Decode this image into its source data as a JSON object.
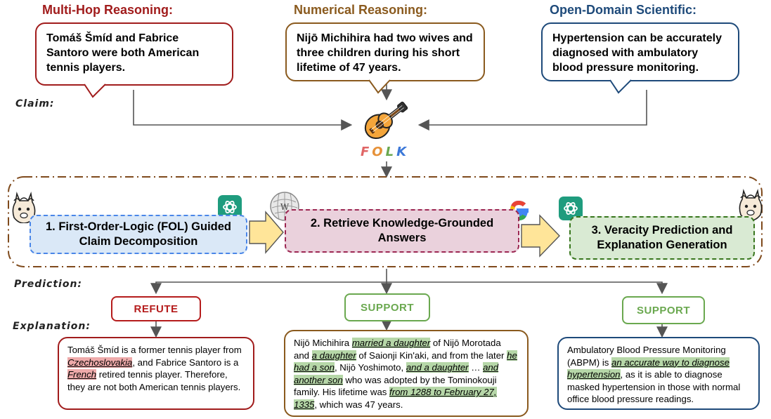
{
  "headings": {
    "multi_hop": "Multi-Hop Reasoning:",
    "numerical": "Numerical Reasoning:",
    "open_domain": "Open-Domain Scientific:"
  },
  "claims": {
    "multi_hop": "Tomáš Šmíd and Fabrice Santoro were both American tennis players.",
    "numerical": "Nijō Michihira had two wives and three children during his short lifetime of 47 years.",
    "open_domain": "Hypertension can be accurately diagnosed with ambulatory blood pressure monitoring."
  },
  "labels": {
    "claim": "Claim:",
    "prediction": "Prediction:",
    "explanation": "Explanation:"
  },
  "folk": [
    "F",
    "O",
    "L",
    "K"
  ],
  "steps": {
    "step1": "1. First-Order-Logic (FOL) Guided Claim Decomposition",
    "step2": "2. Retrieve Knowledge-Grounded Answers",
    "step3": "3. Veracity Prediction and Explanation Generation"
  },
  "verdicts": {
    "v1": "REFUTE",
    "v2": "SUPPORT",
    "v3": "SUPPORT"
  },
  "explanations": {
    "e1": [
      {
        "t": "Tomáš Šmíd is a former tennis player from ",
        "h": ""
      },
      {
        "t": "Czechoslovakia",
        "h": "r"
      },
      {
        "t": ", and Fabrice Santoro is a ",
        "h": ""
      },
      {
        "t": "French",
        "h": "r"
      },
      {
        "t": " retired tennis player. Therefore, they are not both American tennis players.",
        "h": ""
      }
    ],
    "e2": [
      {
        "t": "Nijō Michihira ",
        "h": ""
      },
      {
        "t": "married a daughter",
        "h": "g"
      },
      {
        "t": " of Nijō Morotada and ",
        "h": ""
      },
      {
        "t": "a daughter",
        "h": "g"
      },
      {
        "t": " of Saionji Kin'aki, and from the later ",
        "h": ""
      },
      {
        "t": "he had a son",
        "h": "g"
      },
      {
        "t": ", Nijō Yoshimoto, ",
        "h": ""
      },
      {
        "t": "and a daughter",
        "h": "g"
      },
      {
        "t": " … ",
        "h": ""
      },
      {
        "t": "and another son",
        "h": "g"
      },
      {
        "t": " who was adopted by the Tominokouji family. His lifetime was ",
        "h": ""
      },
      {
        "t": "from 1288 to February 27, 1335",
        "h": "g"
      },
      {
        "t": ", which was 47 years.",
        "h": ""
      }
    ],
    "e3": [
      {
        "t": "Ambulatory Blood Pressure Monitoring (ABPM) is ",
        "h": ""
      },
      {
        "t": "an accurate way to diagnose hypertension",
        "h": "g"
      },
      {
        "t": ", as it is able to diagnose masked hypertension in those with normal office blood pressure readings.",
        "h": ""
      }
    ]
  },
  "colors": {
    "multi_hop": "#a11c1c",
    "numerical": "#8a5a1e",
    "open_domain": "#1e4a7a",
    "support": "#6aa84f",
    "refute": "#b51c1c",
    "step1_fill": "#dae8f7",
    "step1_border": "#4a86e8",
    "step2_fill": "#ead1dc",
    "step2_border": "#9c2752",
    "step3_fill": "#d9ead3",
    "step3_border": "#38761d",
    "arrow_fill": "#ffe599",
    "frame": "#7f4a1c"
  },
  "icons": {
    "guitar": "guitar-icon",
    "llama": "llama-icon",
    "chatgpt": "chatgpt-icon",
    "wikipedia": "wikipedia-icon",
    "google": "google-icon"
  }
}
